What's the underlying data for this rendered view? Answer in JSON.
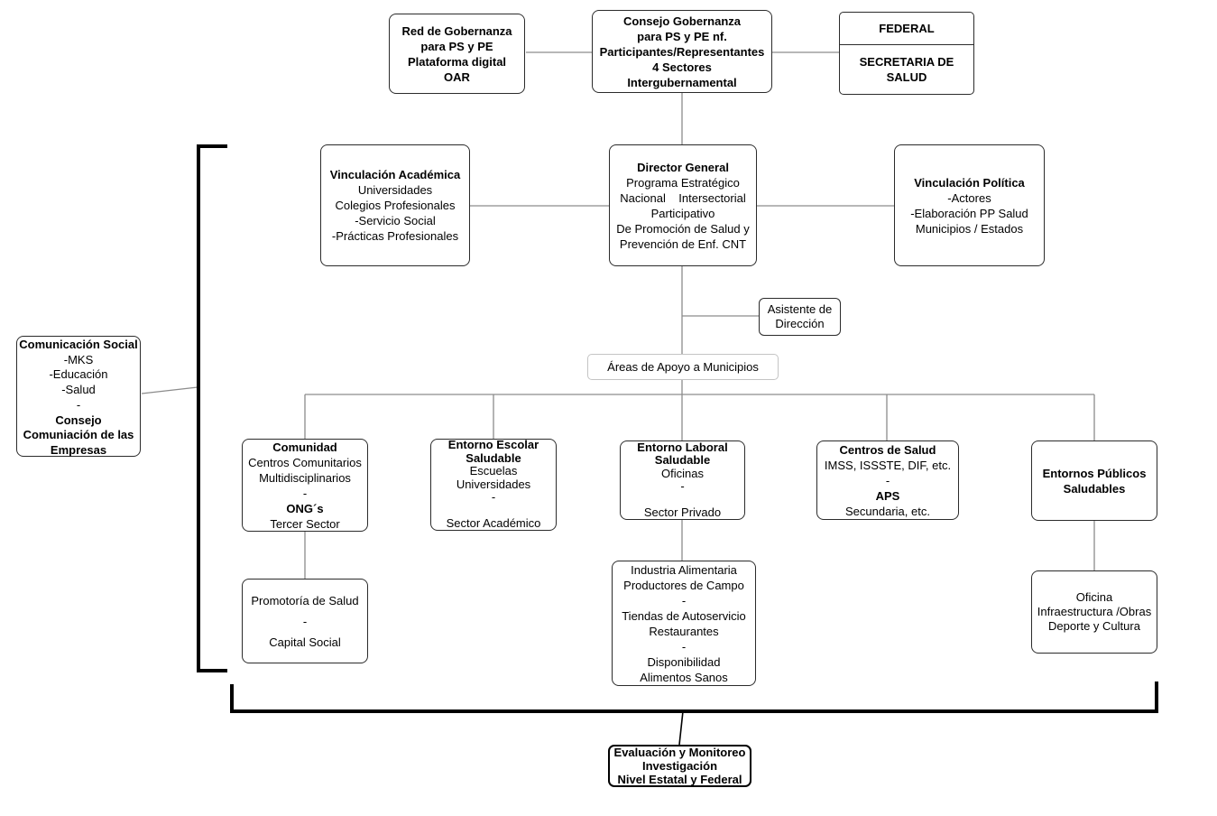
{
  "diagram": {
    "title": "Organigrama Red de Gobernanza para Promoción de Salud y Prevención de Enfermedades",
    "colors": {
      "box_border": "#2b2b2b",
      "connector": "#8c8c8c",
      "bracket": "#000000",
      "light_border": "#c4c4c4"
    },
    "boxes": {
      "red_gobernanza": {
        "lines": [
          "Red de Gobernanza",
          "para PS y PE",
          "Plataforma digital",
          "OAR"
        ]
      },
      "consejo": {
        "lines": [
          "Consejo Gobernanza",
          "para PS y PE nf.",
          "Participantes/Representantes",
          "4 Sectores",
          "Intergubernamental"
        ]
      },
      "federal": {
        "lines": [
          "FEDERAL",
          "SECRETARIA DE",
          "SALUD"
        ]
      },
      "vinculacion_academica": {
        "lines": [
          "Vinculación Académica",
          "Universidades",
          "Colegios Profesionales",
          "-Servicio Social",
          "-Prácticas Profesionales"
        ]
      },
      "director_general": {
        "lines": [
          "Director General",
          "Programa Estratégico",
          "Nacional    Intersectorial",
          "Participativo",
          "De Promoción de Salud y",
          "Prevención de Enf. CNT"
        ]
      },
      "vinculacion_politica": {
        "lines": [
          "Vinculación Política",
          "-Actores",
          "-Elaboración PP Salud",
          "Municipios / Estados"
        ]
      },
      "asistente": {
        "lines": [
          "Asistente de",
          "Dirección"
        ]
      },
      "areas_apoyo": {
        "lines": [
          "Áreas de Apoyo a Municipios"
        ]
      },
      "comunicacion_social": {
        "lines": [
          "Comunicación Social",
          "-MKS",
          "-Educación",
          "-Salud",
          "-",
          "Consejo",
          "Comuniación de las",
          "Empresas"
        ]
      },
      "comunidad": {
        "lines": [
          "Comunidad",
          "Centros Comunitarios",
          "Multidisciplinarios",
          "-",
          "ONG´s",
          "Tercer Sector"
        ]
      },
      "entorno_escolar": {
        "lines": [
          "Entorno Escolar",
          "Saludable",
          "Escuelas",
          "Universidades",
          "-",
          "",
          "Sector Académico"
        ]
      },
      "entorno_laboral": {
        "lines": [
          "Entorno Laboral",
          "Saludable",
          "Oficinas",
          "-",
          "",
          "Sector Privado"
        ]
      },
      "centros_salud": {
        "lines": [
          "Centros de Salud",
          "IMSS, ISSSTE, DIF, etc.",
          "-",
          "APS",
          "Secundaria, etc."
        ]
      },
      "entornos_publicos": {
        "lines": [
          "Entornos Públicos",
          "Saludables"
        ]
      },
      "promotoria": {
        "lines": [
          "Promotoría de Salud",
          "-",
          "Capital Social"
        ]
      },
      "industria_alimentaria": {
        "lines": [
          "Industria Alimentaria",
          "Productores de Campo",
          "-",
          "Tiendas de Autoservicio",
          "Restaurantes",
          "-",
          "Disponibilidad",
          "Alimentos Sanos"
        ]
      },
      "oficina": {
        "lines": [
          "Oficina",
          "Infraestructura /Obras",
          "Deporte y Cultura"
        ]
      },
      "evaluacion": {
        "lines": [
          "Evaluación y Monitoreo",
          "Investigación",
          "Nivel Estatal y Federal"
        ]
      }
    }
  }
}
